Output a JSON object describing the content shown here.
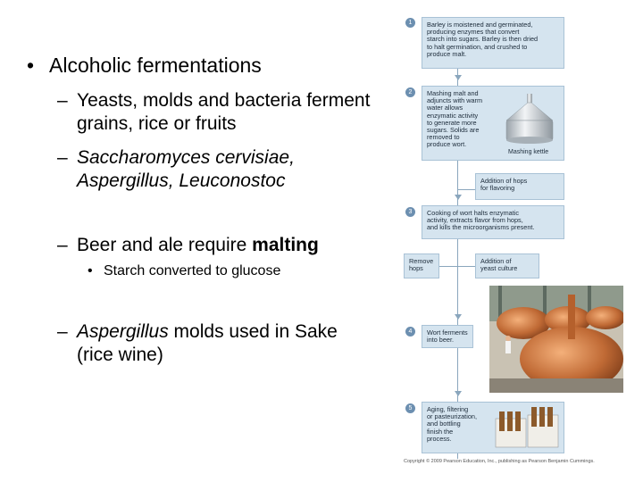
{
  "slide": {
    "bullet1": "Alcoholic fermentations",
    "sub1": "Yeasts, molds and bacteria ferment grains, rice or fruits",
    "sub2": "Saccharomyces cervisiae, Aspergillus, Leuconostoc",
    "sub3_prefix": "Beer and ale require ",
    "sub3_bold": "malting",
    "subsub1": "Starch converted to glucose",
    "sub4_italic": "Aspergillus",
    "sub4_rest": " molds used in Sake (rice wine)"
  },
  "flowchart": {
    "steps": [
      {
        "num": "1",
        "text": "Barley is moistened and germinated,\nproducing enzymes that convert\nstarch into sugars. Barley is then dried\nto halt germination, and crushed to\nproduce malt."
      },
      {
        "num": "2",
        "text": "Mashing malt and\nadjuncts with warm\nwater allows\nenzymatic activity\nto generate more\nsugars. Solids are\nremoved to\nproduce wort."
      },
      {
        "num": "3",
        "text": "Cooking of wort halts enzymatic\nactivity, extracts flavor from hops,\nand kills the microorganisms present."
      },
      {
        "num": "4",
        "text": "Wort ferments\ninto beer."
      },
      {
        "num": "5",
        "text": "Aging, filtering\nor pasteurization,\nand bottling\nfinish the\nprocess."
      }
    ],
    "side_boxes": {
      "hops": "Addition of hops\nfor flavoring",
      "remove_hops": "Remove\nhops",
      "yeast": "Addition of\nyeast culture"
    },
    "kettle_label": "Mashing kettle",
    "copyright": "Copyright © 2009 Pearson Education, Inc., publishing as Pearson Benjamin Cummings."
  }
}
